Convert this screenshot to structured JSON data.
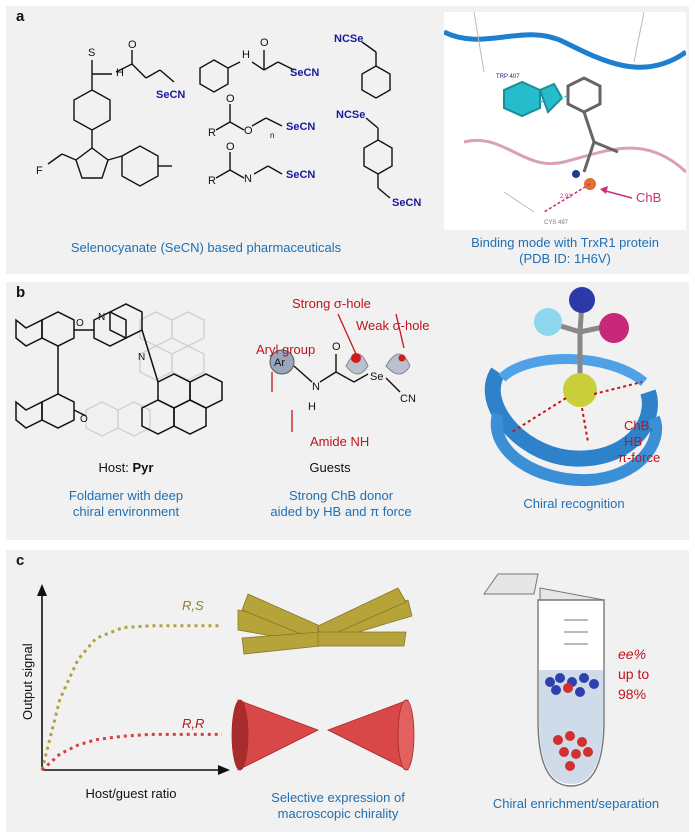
{
  "panel_a": {
    "label": "a",
    "left_caption": "Selenocyanate (SeCN) based pharmaceuticals",
    "right_caption_line1": "Binding mode with TrxR1 protein",
    "right_caption_line2": "(PDB ID: 1H6V)",
    "chb_label": "ChB",
    "trp_label": "TRP 407",
    "cys_label": "CYS 497",
    "dist_label": "2.93",
    "chem": {
      "secn": "SeCN",
      "ncse": "NCSe",
      "h": "H",
      "o": "O",
      "s": "S",
      "n": "N",
      "r": "R",
      "n_sub": "n",
      "f": "F"
    }
  },
  "panel_b": {
    "label": "b",
    "host_prefix": "Host: ",
    "host_name": "Pyr",
    "guests_label": "Guests",
    "caption_left_1": "Foldamer with deep",
    "caption_left_2": "chiral environment",
    "caption_mid_1": "Strong ChB donor",
    "caption_mid_2": "aided by HB and π force",
    "caption_right": "Chiral recognition",
    "strong_sigma": "Strong σ-hole",
    "weak_sigma": "Weak σ-hole",
    "aryl_group": "Aryl group",
    "amide_nh": "Amide NH",
    "forces_1": "ChB,",
    "forces_2": "HB",
    "forces_3": "π-force",
    "chem": {
      "ar": "Ar",
      "se": "Se",
      "cn": "CN",
      "o": "O",
      "n": "N",
      "h": "H"
    }
  },
  "panel_c": {
    "label": "c",
    "ylabel": "Output signal",
    "xlabel": "Host/guest ratio",
    "series_rs": "R,S",
    "series_rr": "R,R",
    "caption_mid_1": "Selective expression of",
    "caption_mid_2": "macroscopic chirality",
    "caption_right": "Chiral enrichment/separation",
    "ee_1": "ee%",
    "ee_2": "up to",
    "ee_3": "98%"
  },
  "colors": {
    "caption_blue": "#1f6fb2",
    "annotation_red": "#c0141b",
    "rs_curve": "#b0a23e",
    "rr_curve": "#d64040",
    "panel_bg": "#f1f1f1"
  },
  "chart_data": {
    "type": "line",
    "xlabel": "Host/guest ratio",
    "ylabel": "Output signal",
    "series": [
      {
        "name": "R,S",
        "x": [
          0,
          0.1,
          0.2,
          0.3,
          0.45,
          0.6,
          0.8,
          1.0
        ],
        "values": [
          0,
          0.4,
          0.62,
          0.74,
          0.8,
          0.81,
          0.81,
          0.81
        ]
      },
      {
        "name": "R,R",
        "x": [
          0,
          0.1,
          0.2,
          0.3,
          0.45,
          0.6,
          0.8,
          1.0
        ],
        "values": [
          0,
          0.09,
          0.14,
          0.17,
          0.19,
          0.2,
          0.2,
          0.2
        ]
      }
    ],
    "xlim": [
      0,
      1
    ],
    "ylim": [
      0,
      1
    ],
    "grid": false
  }
}
